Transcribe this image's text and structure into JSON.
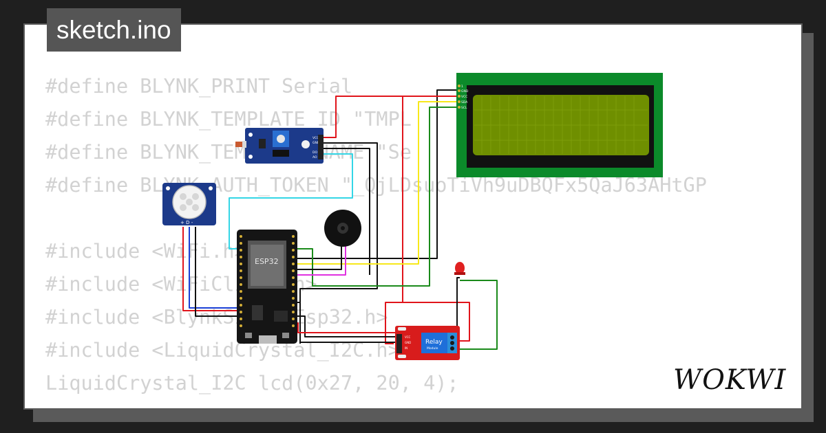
{
  "title": "sketch.ino",
  "brand": "WOKWI",
  "code_lines": [
    "#define BLYNK_PRINT Serial",
    "#define BLYNK_TEMPLATE_ID \"TMPL",
    "#define BLYNK_TEMPLATE_NAME \"Se",
    "#define BLYNK_AUTH_TOKEN \"_QjLDsuoTiVh9uDBQFx5QaJ63AHtGP",
    "",
    "#include <WiFi.h>",
    "#include <WiFiClient.h>",
    "#include <BlynkSimpleEsp32.h>",
    "#include <LiquidCrystal_I2C.h>",
    "LiquidCrystal_I2C lcd(0x27, 20, 4);"
  ],
  "components": {
    "esp32_label": "ESP32",
    "relay_label": "Relay",
    "relay_sub": "Module",
    "pir_pins": "+ D -",
    "lcd_pins": [
      "1",
      "GND",
      "VCC",
      "SDA",
      "SCL"
    ],
    "ldr_pins": [
      "VCC",
      "GND",
      "DO",
      "AO"
    ],
    "relay_pins": [
      "VCC",
      "GND",
      "IN"
    ]
  },
  "colors": {
    "background": "#1f1f1f",
    "card": "#ffffff",
    "code_text": "#d2d2d2",
    "title_bg": "#555555",
    "wire_red": "#e0141b",
    "wire_black": "#111111",
    "wire_yellow": "#f7e81a",
    "wire_green": "#1a8a1a",
    "wire_cyan": "#33d6e6",
    "wire_blue": "#1a3fd6",
    "wire_magenta": "#e030e0"
  }
}
